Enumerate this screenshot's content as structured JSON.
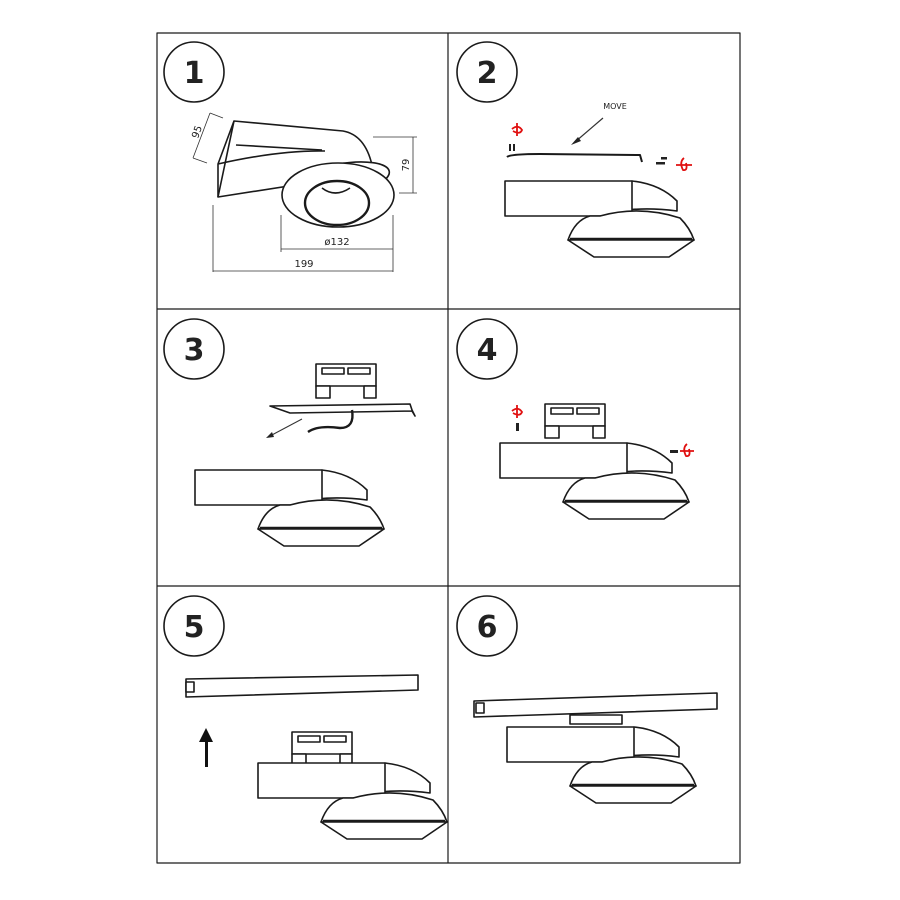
{
  "steps": [
    {
      "number": "1"
    },
    {
      "number": "2"
    },
    {
      "number": "3"
    },
    {
      "number": "4"
    },
    {
      "number": "5"
    },
    {
      "number": "6"
    }
  ],
  "dimensions": {
    "depth": "95",
    "height": "79",
    "diameter": "ø132",
    "length": "199"
  },
  "annotations": {
    "move_label": "MOVE"
  },
  "colors": {
    "line": "#1a1a1a",
    "rotation_arrow": "#e01010"
  }
}
